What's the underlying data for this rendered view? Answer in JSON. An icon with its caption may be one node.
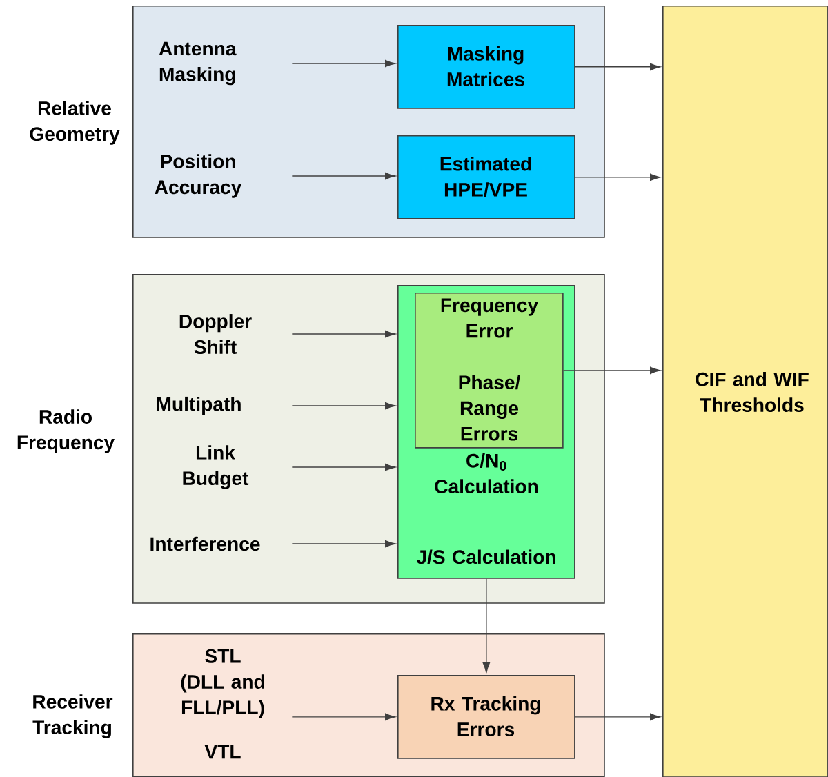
{
  "diagram": {
    "nodes": [
      {
        "text": [
          "Relative Geometry"
        ]
      },
      {
        "text": [
          "Antenna Masking"
        ],
        "in": 0
      },
      {
        "text": [
          "Masking Matrices"
        ],
        "in": 0
      },
      {
        "text": [
          "Position Accuracy"
        ],
        "in": 0
      },
      {
        "text": [
          "Estimated HPE/VPE"
        ],
        "in": 0
      },
      {
        "text": [
          "Radio Frequency"
        ]
      },
      {
        "text": [
          "Doppler Shift"
        ],
        "in": 5
      },
      {
        "text": [
          "Multipath"
        ],
        "in": 5
      },
      {
        "text": [
          "Link Budget"
        ],
        "in": 5
      },
      {
        "text": [
          "Interference"
        ],
        "in": 5
      },
      {
        "text": [
          "C/N$_{0}$ Calculation",
          "J/S Calculation"
        ],
        "in": 5
      },
      {
        "text": [
          "Frequency Error",
          "Phase/ Range Errors"
        ],
        "in": 10
      },
      {
        "text": [
          "Receiver Tracking"
        ]
      },
      {
        "text": [
          "STL (DLL and FLL/PLL)",
          "VTL"
        ],
        "in": 12
      },
      {
        "text": [
          "Rx Tracking Errors"
        ],
        "in": 12
      },
      {
        "text": [
          "CIF and WIF Thresholds"
        ]
      }
    ],
    "edges": [
      {
        "from": 1,
        "to": 2,
        "arrow": "to"
      },
      {
        "from": 2,
        "to": 15,
        "arrow": "to"
      },
      {
        "from": 3,
        "to": 4,
        "arrow": "to"
      },
      {
        "from": 4,
        "to": 15,
        "arrow": "to"
      },
      {
        "from": 6,
        "to": 10,
        "arrow": "to"
      },
      {
        "from": 7,
        "to": 10,
        "arrow": "to"
      },
      {
        "from": 8,
        "to": 10,
        "arrow": "to"
      },
      {
        "from": 9,
        "to": 10,
        "arrow": "to"
      },
      {
        "from": 11,
        "to": 15,
        "arrow": "to"
      },
      {
        "from": 10,
        "to": 14,
        "arrow": "to"
      },
      {
        "from": 13,
        "to": 14,
        "arrow": "to"
      },
      {
        "from": 14,
        "to": 15,
        "arrow": "to"
      }
    ]
  }
}
